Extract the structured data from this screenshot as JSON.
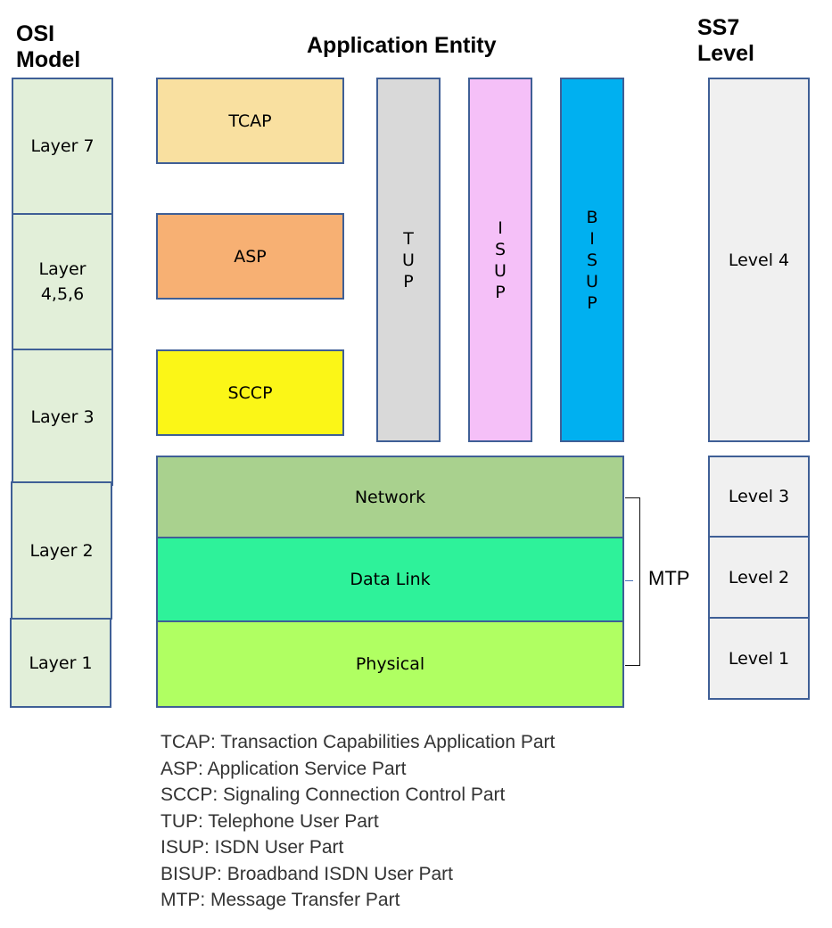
{
  "headers": {
    "osi": [
      "OSI",
      "Model"
    ],
    "app_entity": "Application Entity",
    "ss7": [
      "SS7",
      "Level"
    ]
  },
  "osi_layers": [
    {
      "label_lines": [
        "Layer 7"
      ]
    },
    {
      "label_lines": [
        "Layer",
        "4,5,6"
      ]
    },
    {
      "label_lines": [
        "Layer 3"
      ]
    },
    {
      "label_lines": [
        "Layer 2"
      ]
    },
    {
      "label_lines": [
        "Layer 1"
      ]
    }
  ],
  "application_blocks": [
    {
      "label": "TCAP",
      "color": "#f9e0a0"
    },
    {
      "label": "ASP",
      "color": "#f7b073"
    },
    {
      "label": "SCCP",
      "color": "#fbf617"
    }
  ],
  "user_parts": [
    {
      "label": "TUP",
      "letters": [
        "T",
        "U",
        "P"
      ],
      "color": "#d9d9d9"
    },
    {
      "label": "ISUP",
      "letters": [
        "I",
        "S",
        "U",
        "P"
      ],
      "color": "#f5c0f8"
    },
    {
      "label": "BISUP",
      "letters": [
        "B",
        "I",
        "S",
        "U",
        "P"
      ],
      "color": "#00b0f0"
    }
  ],
  "mtp_layers": [
    {
      "label": "Network",
      "color": "#a9d18e"
    },
    {
      "label": "Data Link",
      "color": "#2ef29a"
    },
    {
      "label": "Physical",
      "color": "#b0ff62"
    }
  ],
  "mtp_label": "MTP",
  "ss7_levels": [
    {
      "label": "Level 4"
    },
    {
      "label": "Level 3"
    },
    {
      "label": "Level 2"
    },
    {
      "label": "Level 1"
    }
  ],
  "legend": [
    "TCAP: Transaction Capabilities Application Part",
    "ASP: Application Service Part",
    "SCCP: Signaling Connection Control Part",
    "TUP: Telephone User Part",
    "ISUP: ISDN User Part",
    "BISUP: Broadband ISDN User Part",
    "MTP: Message Transfer Part"
  ]
}
